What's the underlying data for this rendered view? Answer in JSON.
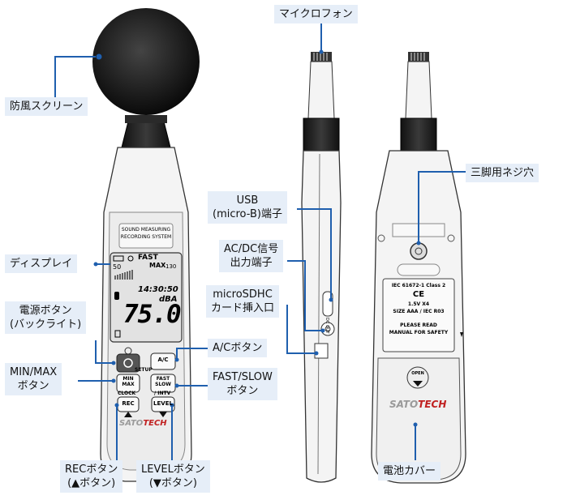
{
  "labels": {
    "mic_top": "マイクロフォン",
    "windscreen": "防風スクリーン",
    "display": "ディスプレイ",
    "power_1": "電源ボタン",
    "power_2": "(バックライト)",
    "minmax_1": "MIN/MAX",
    "minmax_2": "ボタン",
    "rec_1": "RECボタン",
    "rec_2": "(▲ボタン)",
    "level_1": "LEVELボタン",
    "level_2": "(▼ボタン)",
    "ac_btn": "A/Cボタン",
    "fast_1": "FAST/SLOW",
    "fast_2": "ボタン",
    "usb_1": "USB",
    "usb_2": "(micro-B)端子",
    "acdc_1": "AC/DC信号",
    "acdc_2": "出力端子",
    "sd_1": "microSDHC",
    "sd_2": "カード挿入口",
    "tripod": "三脚用ネジ穴",
    "battery": "電池カバー"
  },
  "device": {
    "panel_title_1": "SOUND MEASURING",
    "panel_title_2": "RECORDING SYSTEM",
    "lcd_mode": "FAST",
    "lcd_max": "MAX",
    "lcd_range_low": "50",
    "lcd_range_high": "130",
    "lcd_time": "14:30:50",
    "lcd_value": "75.0",
    "lcd_unit": "dBA",
    "btn_ac": "A/C",
    "btn_min": "MIN",
    "btn_max": "MAX",
    "btn_clock": "CLOCK",
    "btn_fast": "FAST",
    "btn_slow": "SLOW",
    "btn_intv": "/ INTV",
    "btn_rec": "REC",
    "btn_level": "LEVEL",
    "setup": "SETUP",
    "brand_a": "SATO",
    "brand_b": "TECH",
    "side_dcout": "DC OUT",
    "back_std": "IEC 61672-1 Class 2",
    "back_ce": "CE",
    "back_bat": "1.5V X4",
    "back_size": "SIZE AAA / IEC R03",
    "back_read_1": "PLEASE READ",
    "back_read_2": "MANUAL FOR SAFETY",
    "back_open": "OPEN"
  },
  "colors": {
    "label_bg": "#e6eef8",
    "leader": "#1f5fae",
    "body": "#f2f2f2",
    "outline": "#333333"
  }
}
